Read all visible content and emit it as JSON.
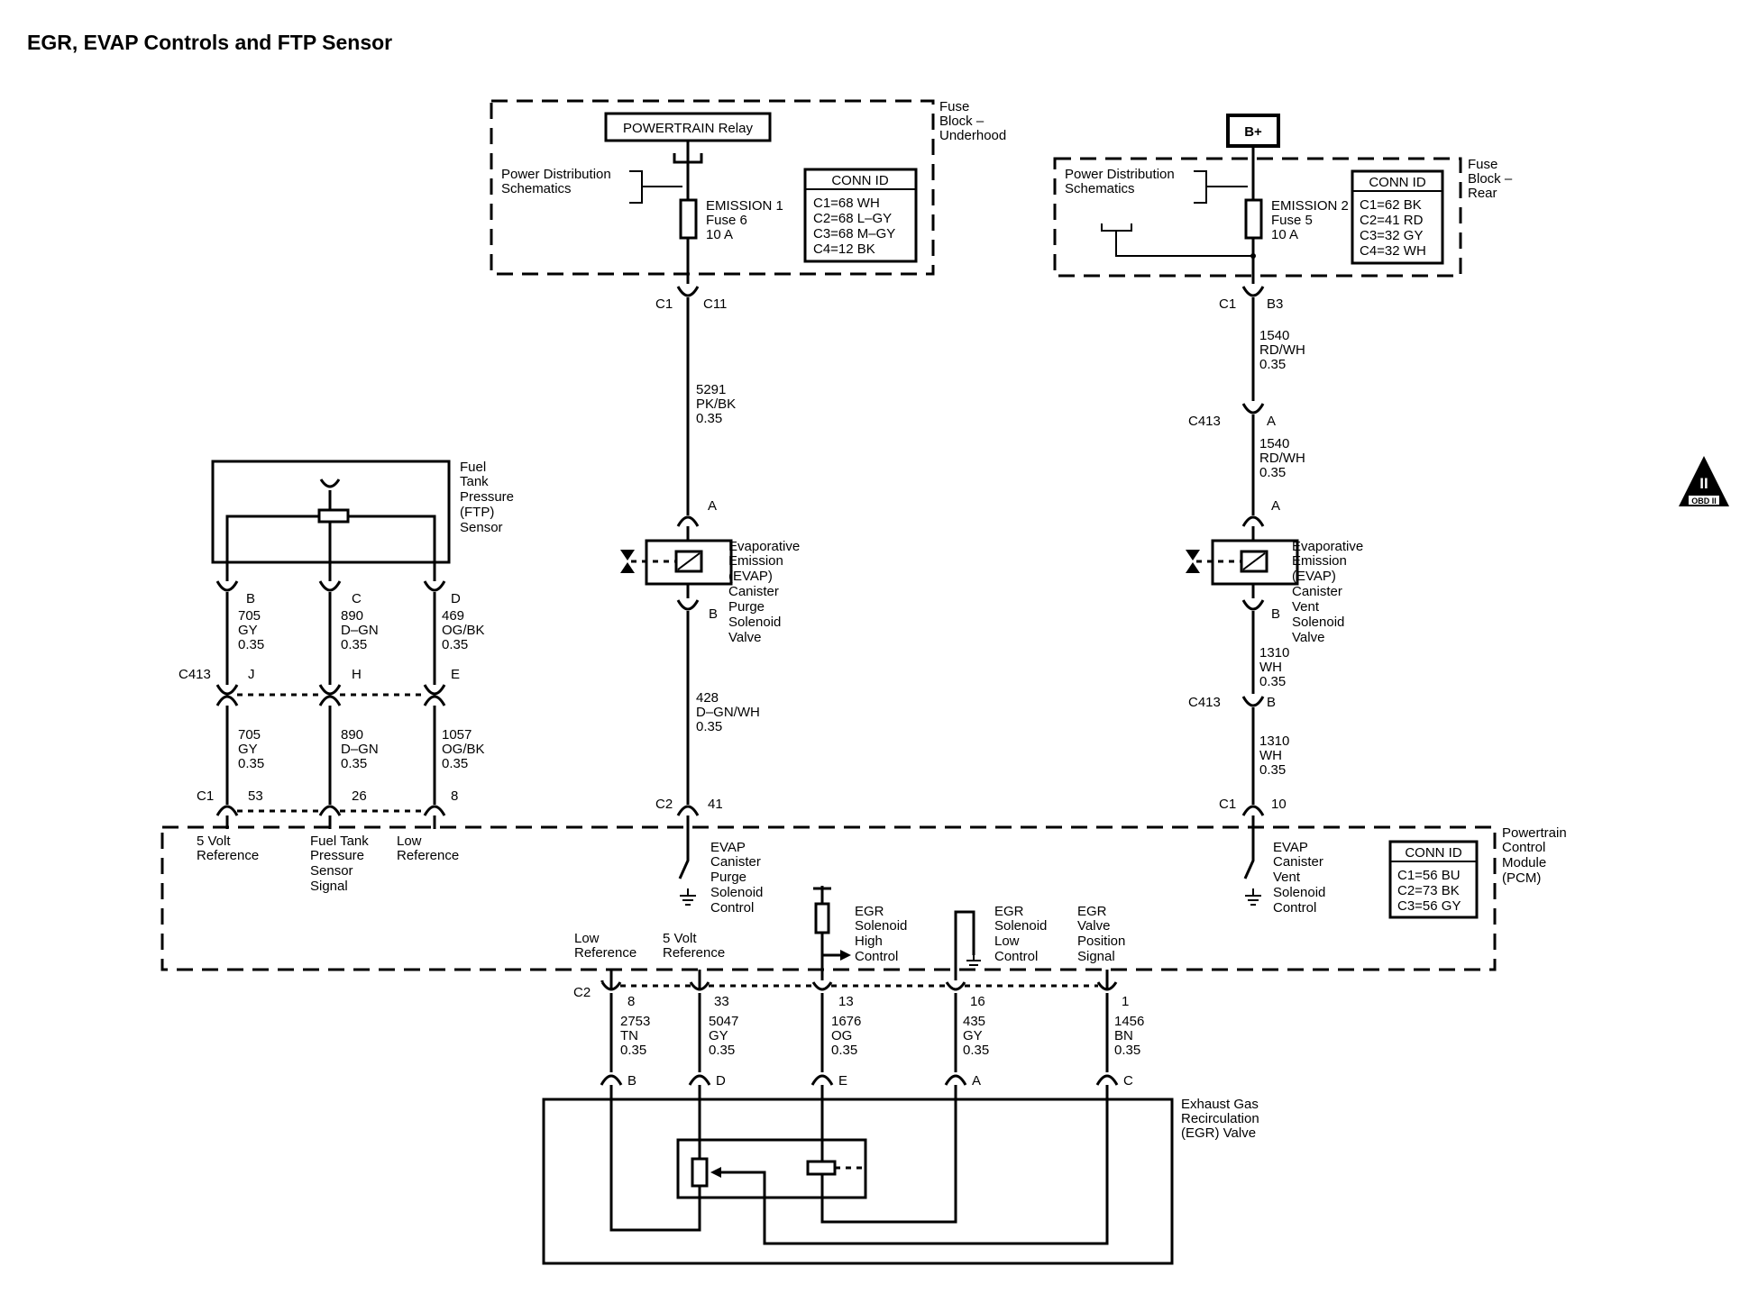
{
  "title": "EGR, EVAP Controls and FTP Sensor",
  "obd_badge": "OBD II",
  "obd_numeral": "II",
  "fuse_block_underhood": {
    "label": [
      "Fuse",
      "Block –",
      "Underhood"
    ],
    "relay": "POWERTRAIN Relay",
    "power_dist": [
      "Power Distribution",
      "Schematics"
    ],
    "fuse": [
      "EMISSION 1",
      "Fuse 6",
      "10 A"
    ],
    "conn_title": "CONN ID",
    "conn": [
      "C1=68 WH",
      "C2=68 L–GY",
      "C3=68 M–GY",
      "C4=12 BK"
    ]
  },
  "fuse_block_rear": {
    "label": [
      "Fuse",
      "Block –",
      "Rear"
    ],
    "bplus": "B+",
    "power_dist": [
      "Power Distribution",
      "Schematics"
    ],
    "fuse": [
      "EMISSION 2",
      "Fuse 5",
      "10 A"
    ],
    "conn_title": "CONN ID",
    "conn": [
      "C1=62 BK",
      "C2=41 RD",
      "C3=32 GY",
      "C4=32 WH"
    ]
  },
  "purge_circuit": {
    "conn_top": {
      "left": "C1",
      "right": "C11"
    },
    "wire1": [
      "5291",
      "PK/BK",
      "0.35"
    ],
    "pin_a": "A",
    "pin_b": "B",
    "solenoid": [
      "Evaporative",
      "Emission",
      "(EVAP)",
      "Canister",
      "Purge",
      "Solenoid",
      "Valve"
    ],
    "wire2": [
      "428",
      "D–GN/WH",
      "0.35"
    ],
    "conn_bottom": {
      "left": "C2",
      "right": "41"
    },
    "pcm_label": [
      "EVAP",
      "Canister",
      "Purge",
      "Solenoid",
      "Control"
    ]
  },
  "vent_circuit": {
    "conn_top": {
      "left": "C1",
      "right": "B3"
    },
    "wire1": [
      "1540",
      "RD/WH",
      "0.35"
    ],
    "c413_top": {
      "left": "C413",
      "right": "A"
    },
    "wire2": [
      "1540",
      "RD/WH",
      "0.35"
    ],
    "pin_a": "A",
    "pin_b": "B",
    "solenoid": [
      "Evaporative",
      "Emission",
      "(EVAP)",
      "Canister",
      "Vent",
      "Solenoid",
      "Valve"
    ],
    "wire3": [
      "1310",
      "WH",
      "0.35"
    ],
    "c413_bottom": {
      "left": "C413",
      "right": "B"
    },
    "wire4": [
      "1310",
      "WH",
      "0.35"
    ],
    "conn_bottom": {
      "left": "C1",
      "right": "10"
    },
    "pcm_label": [
      "EVAP",
      "Canister",
      "Vent",
      "Solenoid",
      "Control"
    ]
  },
  "ftp_sensor": {
    "label": [
      "Fuel",
      "Tank",
      "Pressure",
      "(FTP)",
      "Sensor"
    ],
    "pins": [
      "B",
      "C",
      "D"
    ],
    "wires_upper": [
      [
        "705",
        "GY",
        "0.35"
      ],
      [
        "890",
        "D–GN",
        "0.35"
      ],
      [
        "469",
        "OG/BK",
        "0.35"
      ]
    ],
    "c413": "C413",
    "c413_pins": [
      "J",
      "H",
      "E"
    ],
    "wires_lower": [
      [
        "705",
        "GY",
        "0.35"
      ],
      [
        "890",
        "D–GN",
        "0.35"
      ],
      [
        "1057",
        "OG/BK",
        "0.35"
      ]
    ],
    "c1": "C1",
    "c1_pins": [
      "53",
      "26",
      "8"
    ],
    "pcm_labels": [
      [
        "5 Volt",
        "Reference"
      ],
      [
        "Fuel Tank",
        "Pressure",
        "Sensor",
        "Signal"
      ],
      [
        "Low",
        "Reference"
      ]
    ]
  },
  "pcm": {
    "label": [
      "Powertrain",
      "Control",
      "Module",
      "(PCM)"
    ],
    "conn_title": "CONN ID",
    "conn": [
      "C1=56 BU",
      "C2=73 BK",
      "C3=56 GY"
    ]
  },
  "egr": {
    "pcm_labels": {
      "low_ref": [
        "Low",
        "Reference"
      ],
      "five_volt": [
        "5 Volt",
        "Reference"
      ],
      "high_ctrl": [
        "EGR",
        "Solenoid",
        "High",
        "Control"
      ],
      "low_ctrl": [
        "EGR",
        "Solenoid",
        "Low",
        "Control"
      ],
      "position": [
        "EGR",
        "Valve",
        "Position",
        "Signal"
      ]
    },
    "c2": "C2",
    "pcm_pins": [
      "8",
      "33",
      "13",
      "16",
      "1"
    ],
    "wires": [
      [
        "2753",
        "TN",
        "0.35"
      ],
      [
        "5047",
        "GY",
        "0.35"
      ],
      [
        "1676",
        "OG",
        "0.35"
      ],
      [
        "435",
        "GY",
        "0.35"
      ],
      [
        "1456",
        "BN",
        "0.35"
      ]
    ],
    "valve_pins": [
      "B",
      "D",
      "E",
      "A",
      "C"
    ],
    "valve_label": [
      "Exhaust Gas",
      "Recirculation",
      "(EGR) Valve"
    ]
  }
}
